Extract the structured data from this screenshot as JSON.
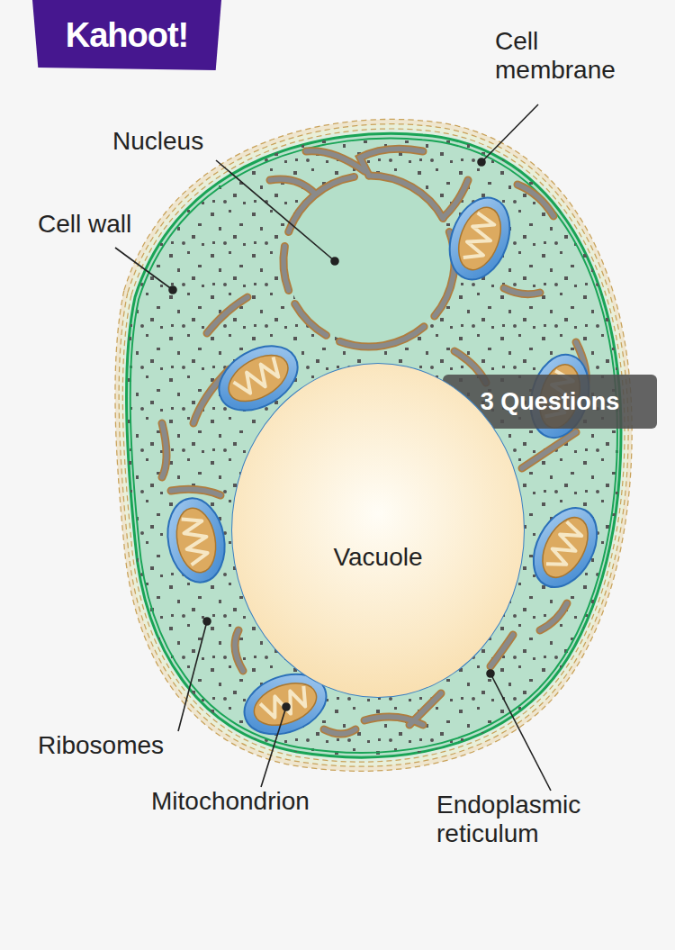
{
  "diagram": {
    "nodes": [
      {
        "text": [
          "Kahoot!"
        ]
      },
      {
        "text": [
          "3 Questions"
        ]
      },
      {
        "text": [
          "Vacuole"
        ]
      }
    ],
    "labels": [
      "Cell membrane",
      "Nucleus",
      "Cell wall",
      "Ribosomes",
      "Mitochondrion",
      "Endoplasmic reticulum"
    ]
  }
}
